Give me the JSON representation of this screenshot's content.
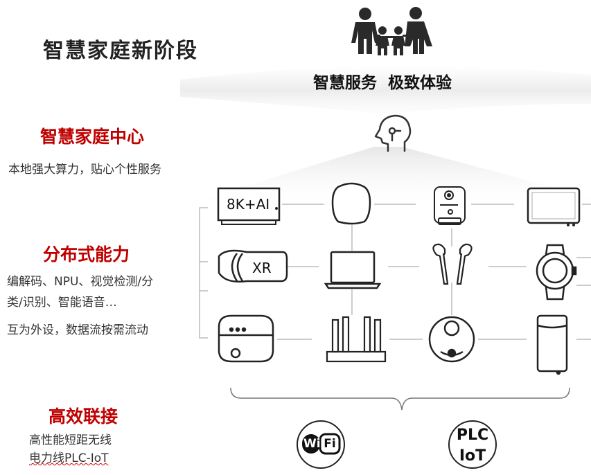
{
  "title": "智慧家庭新阶段",
  "slogan": "智慧服务  极致体验",
  "sections": [
    {
      "heading": "智慧家庭中心",
      "lines": [
        "本地强大算力，贴心个性服务"
      ]
    },
    {
      "heading": "分布式能力",
      "lines": [
        "编解码、NPU、视觉检测/分",
        "类/识别、智能语音…",
        "互为外设，数据流按需流动"
      ]
    },
    {
      "heading": "高效联接",
      "lines": [
        "高性能短距无线",
        "电力线PLC-IoT"
      ]
    }
  ],
  "devices": {
    "tv_label": "8K+AI",
    "vr_label": "XR"
  },
  "connectivity": {
    "wifi_wi": "Wi",
    "wifi_fi": "Fi",
    "plc_line1": "PLC",
    "plc_line2": "IoT"
  },
  "icons": [
    "family-icon",
    "head-circuit-icon",
    "tv-icon",
    "smart-speaker-icon",
    "camera-icon",
    "tablet-icon",
    "vr-headset-icon",
    "laptop-icon",
    "earbuds-icon",
    "smartwatch-icon",
    "rice-cooker-icon",
    "router-icon",
    "robot-vacuum-icon",
    "air-purifier-icon",
    "wifi-icon",
    "plc-iot-icon"
  ]
}
